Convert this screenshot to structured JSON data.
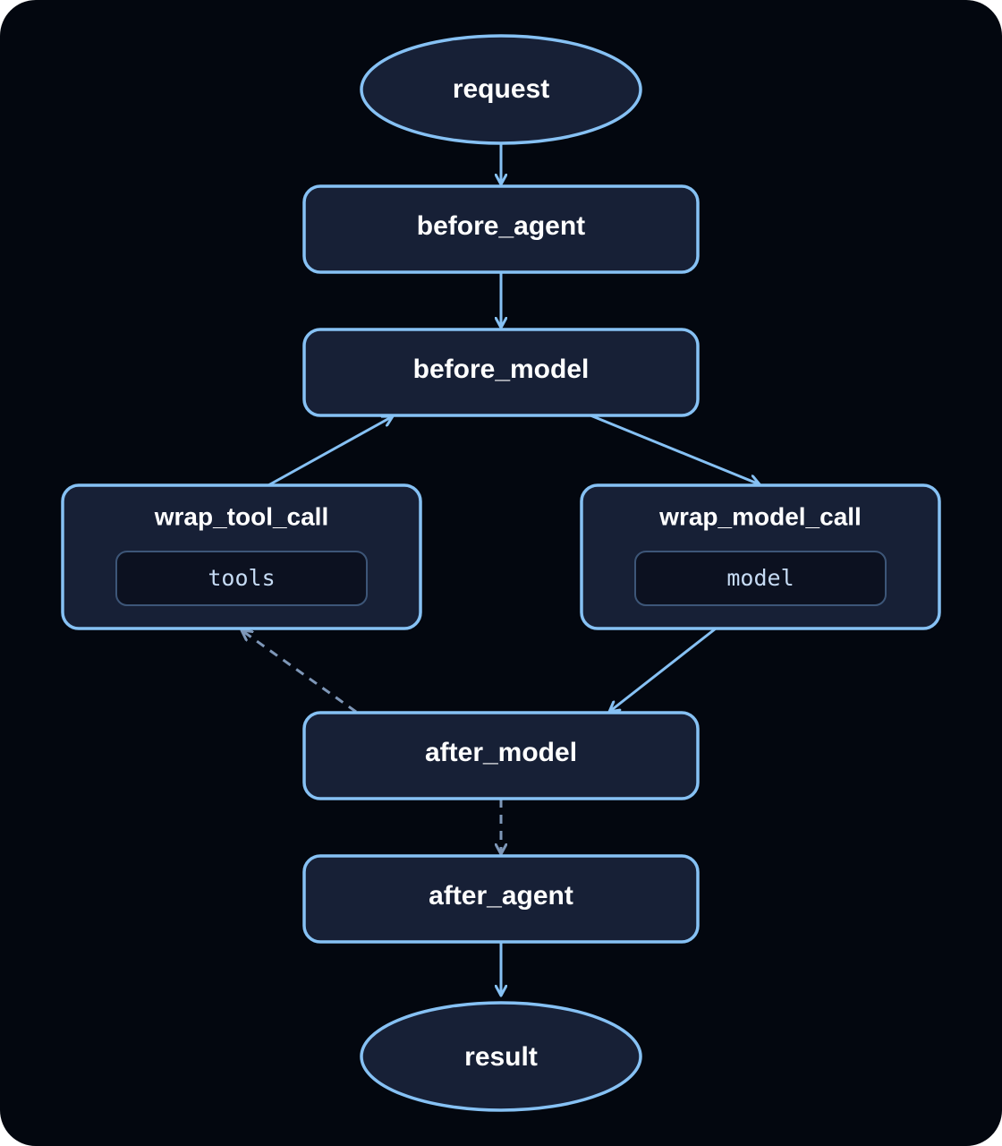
{
  "nodes": {
    "request": "request",
    "before_agent": "before_agent",
    "before_model": "before_model",
    "wrap_tool_call": "wrap_tool_call",
    "tools": "tools",
    "wrap_model_call": "wrap_model_call",
    "model": "model",
    "after_model": "after_model",
    "after_agent": "after_agent",
    "result": "result"
  },
  "colors": {
    "background": "#03070f",
    "node_fill": "#172036",
    "node_stroke": "#86c1f4",
    "inner_fill": "#0c1120",
    "inner_stroke": "#3d5678",
    "dashed_edge": "#7e97b8"
  }
}
